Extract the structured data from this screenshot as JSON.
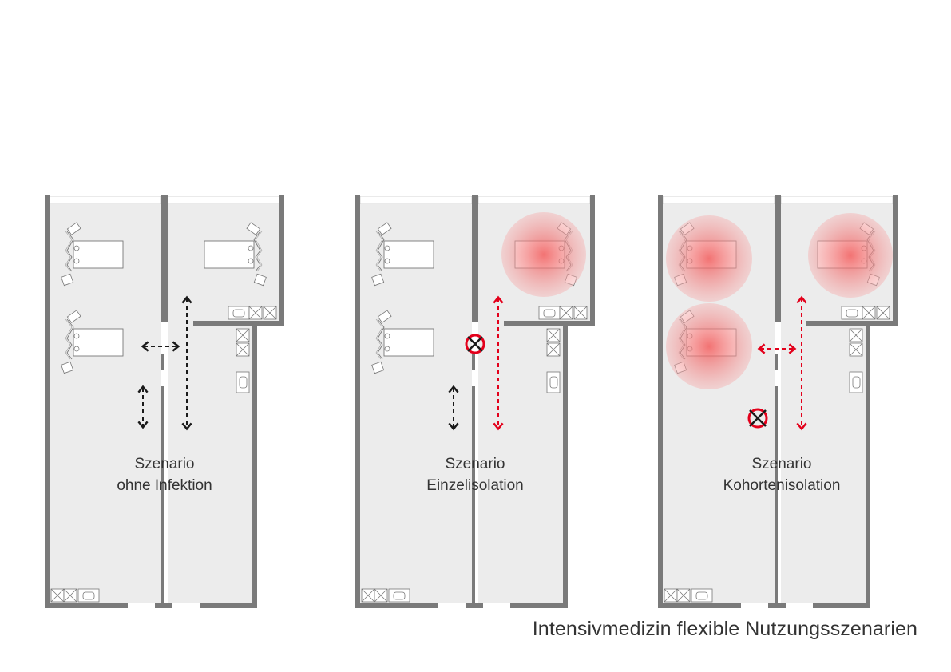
{
  "title": "Intensivmedizin flexible Nutzungsszenarien",
  "scenarios": [
    {
      "line1": "Szenario",
      "line2": "ohne Infektion"
    },
    {
      "line1": "Szenario",
      "line2": "Einzelisolation"
    },
    {
      "line1": "Szenario",
      "line2": "Kohortenisolation"
    }
  ],
  "colors": {
    "floor": "#ececec",
    "wall": "#7a7a7a",
    "arrow_normal": "#1a1a1a",
    "arrow_isolation": "#e3001b",
    "infection_zone": "#f27a7a"
  },
  "icons": {
    "closed_door": "circle-cross-icon",
    "bed": "bed-icon",
    "sink": "sink-icon",
    "cabinet": "cabinet-icon"
  }
}
